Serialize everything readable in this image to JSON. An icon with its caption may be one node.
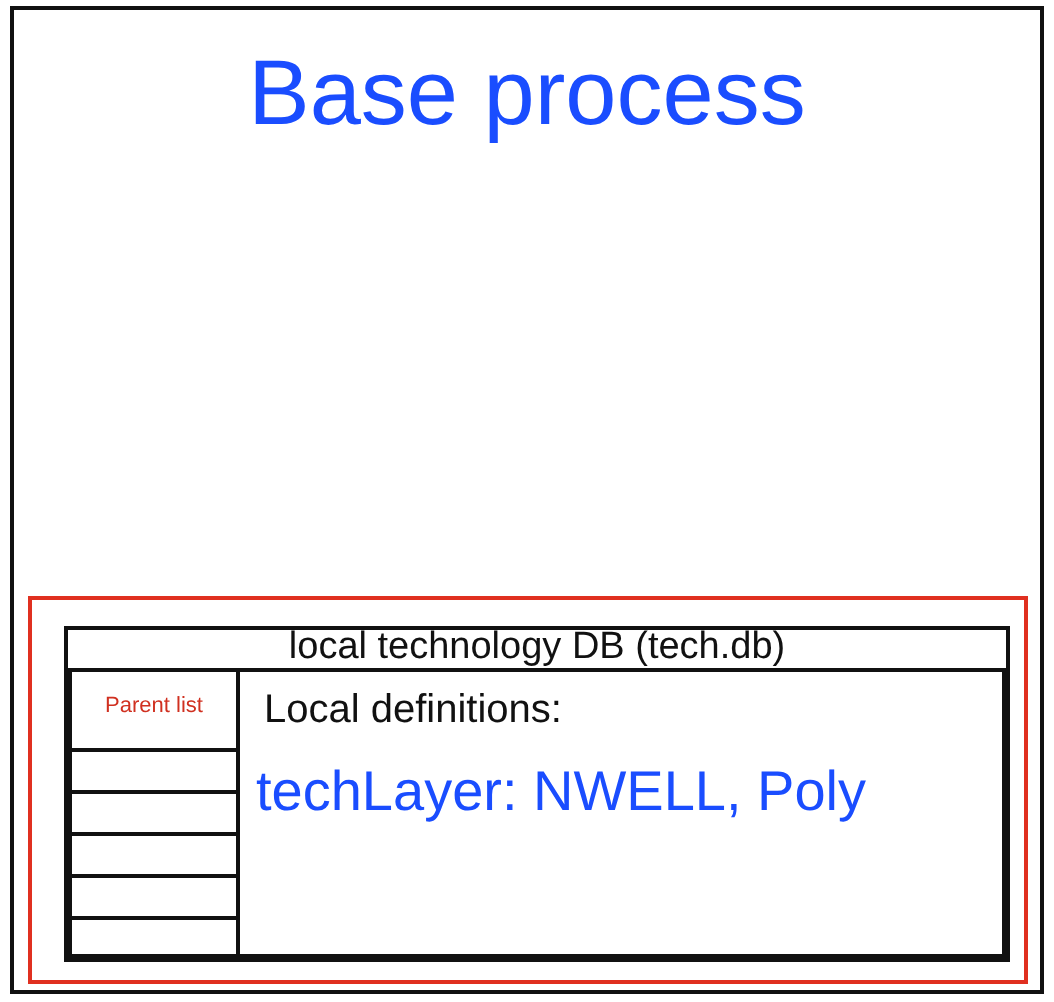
{
  "diagram": {
    "nodes": [
      {
        "text": [
          "Base process"
        ]
      },
      {
        "text": [],
        "shape": "box",
        "in": 0
      },
      {
        "text": [
          "local technology DB (tech.db)"
        ],
        "in": 1
      },
      {
        "text": [
          "Parent list"
        ],
        "in": 2
      },
      {
        "text": [],
        "shape": "box",
        "in": 2
      },
      {
        "text": [],
        "shape": "box",
        "in": 2
      },
      {
        "text": [],
        "shape": "box",
        "in": 2
      },
      {
        "text": [],
        "shape": "box",
        "in": 2
      },
      {
        "text": [],
        "shape": "box",
        "in": 2
      },
      {
        "text": [
          "Local definitions:",
          "techLayer: NWELL, Poly"
        ],
        "in": 2
      }
    ]
  }
}
